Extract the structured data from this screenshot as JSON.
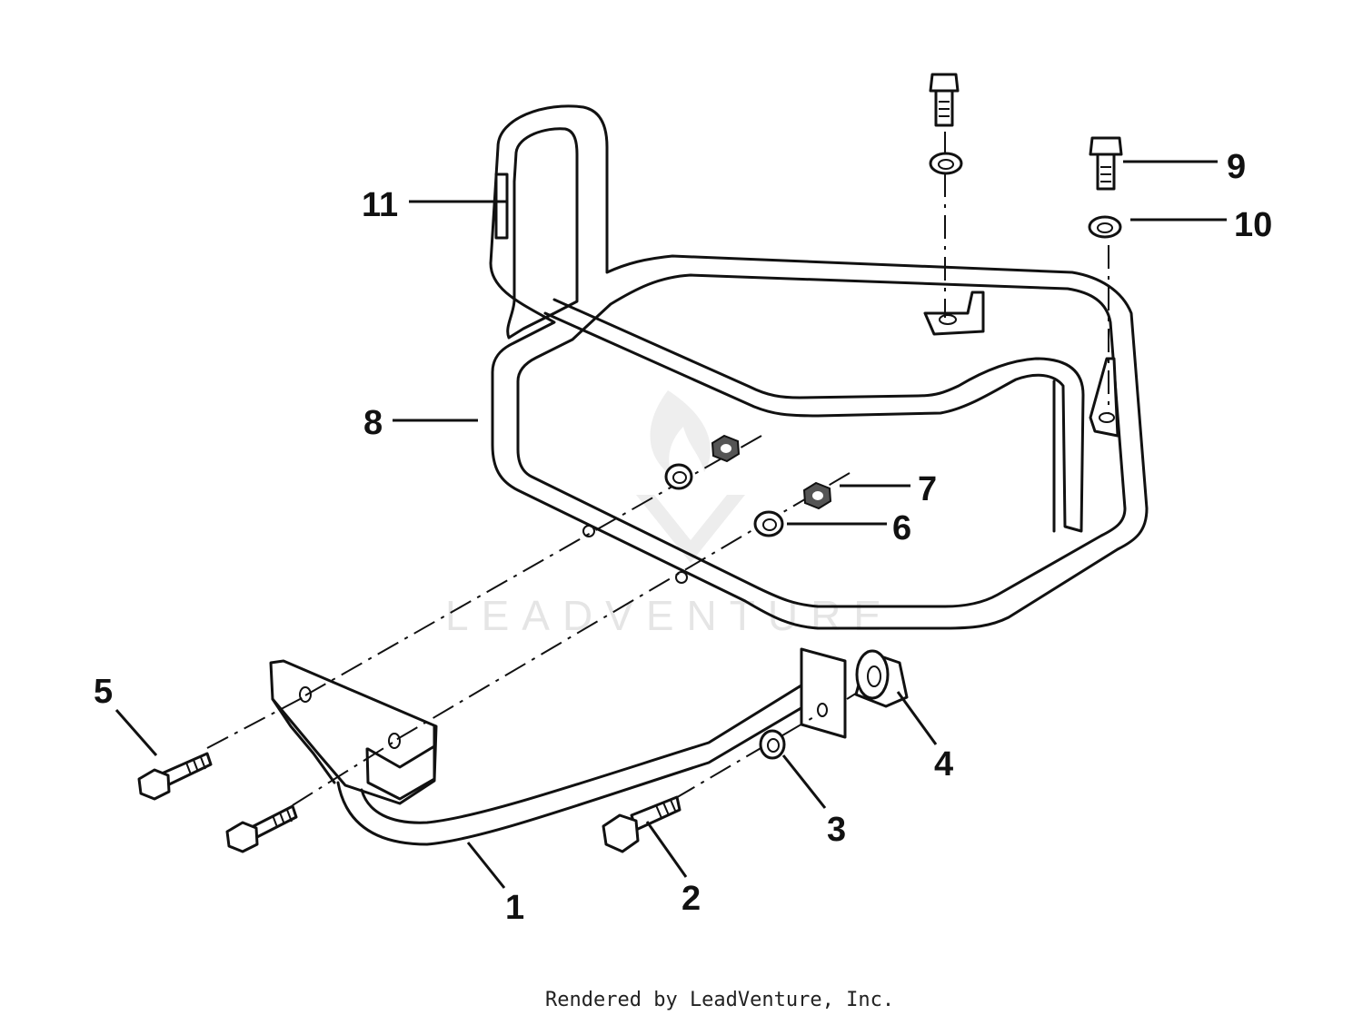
{
  "diagram": {
    "callouts": [
      {
        "id": "c1",
        "label": "1"
      },
      {
        "id": "c2",
        "label": "2"
      },
      {
        "id": "c3",
        "label": "3"
      },
      {
        "id": "c4",
        "label": "4"
      },
      {
        "id": "c5",
        "label": "5"
      },
      {
        "id": "c6",
        "label": "6"
      },
      {
        "id": "c7",
        "label": "7"
      },
      {
        "id": "c8",
        "label": "8"
      },
      {
        "id": "c9",
        "label": "9"
      },
      {
        "id": "c10",
        "label": "10"
      },
      {
        "id": "c11",
        "label": "11"
      }
    ],
    "watermark": "LEADVENTURE",
    "footer": "Rendered by LeadVenture, Inc."
  }
}
